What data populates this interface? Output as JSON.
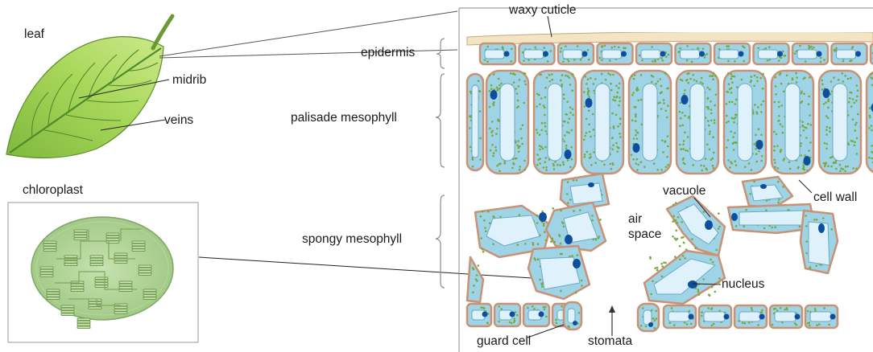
{
  "labels": {
    "leaf": "leaf",
    "midrib": "midrib",
    "veins": "veins",
    "chloroplast": "chloroplast",
    "waxy_cuticle": "waxy cuticle",
    "epidermis": "epidermis",
    "palisade_mesophyll": "palisade mesophyll",
    "spongy_mesophyll": "spongy mesophyll",
    "vacuole": "vacuole",
    "cell_wall": "cell wall",
    "air_space": "air\nspace",
    "nucleus": "nucleus",
    "guard_cell": "guard cell",
    "stomata": "stomata"
  },
  "colors": {
    "leaf_fill": "#9fcf54",
    "leaf_vein": "#3f7d28",
    "cell_wall": "#c99274",
    "cytoplasm": "#9fd3e6",
    "vacuole": "#dff2fb",
    "nucleus": "#0d4f9c",
    "chloroplast_dot": "#7aa83c",
    "chloroplast_fill": "#a9cf8f",
    "cuticle": "#f3e5c3",
    "bracket": "#777777"
  }
}
